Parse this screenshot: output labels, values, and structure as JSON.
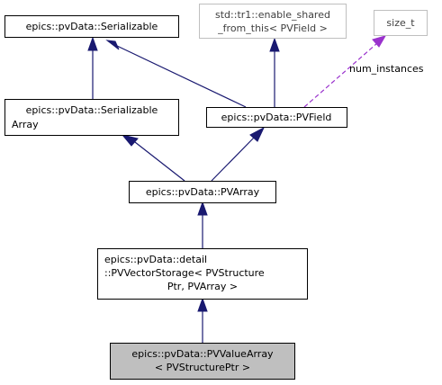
{
  "nodes": {
    "serializable": {
      "lines": [
        "epics::pvData::Serializable"
      ]
    },
    "enable_shared": {
      "lines": [
        "std::tr1::enable_shared",
        "_from_this< PVField >"
      ]
    },
    "size_t": {
      "lines": [
        "size_t"
      ]
    },
    "serializable_array": {
      "lines": [
        "epics::pvData::Serializable",
        "Array"
      ]
    },
    "pvfield": {
      "lines": [
        "epics::pvData::PVField"
      ]
    },
    "pvarray": {
      "lines": [
        "epics::pvData::PVArray"
      ]
    },
    "pvvectorstorage": {
      "lines": [
        "epics::pvData::detail",
        "::PVVectorStorage< PVStructure",
        "Ptr, PVArray >"
      ]
    },
    "pvvaluearray": {
      "lines": [
        "epics::pvData::PVValueArray",
        "< PVStructurePtr >"
      ]
    }
  },
  "edges": {
    "num_instances_label": "num_instances"
  },
  "colors": {
    "inheritance_edge": "#191970",
    "usage_edge": "#9a32cd",
    "external_border": "#bfbfbf",
    "focus_fill": "#bfbfbf"
  }
}
